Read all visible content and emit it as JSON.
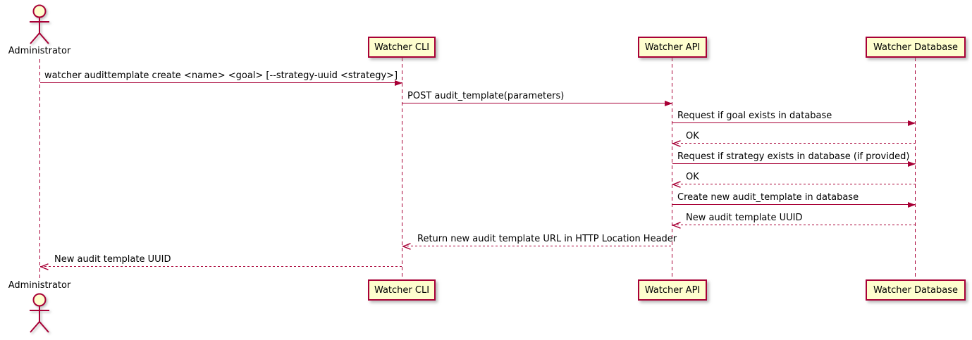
{
  "diagram_type": "sequence-diagram",
  "colors": {
    "participant_fill": "#FEFECE",
    "stroke": "#A80036",
    "text": "#000000",
    "background": "#FFFFFF"
  },
  "actor": {
    "label": "Administrator"
  },
  "participants": [
    {
      "label": "Watcher CLI"
    },
    {
      "label": "Watcher API"
    },
    {
      "label": "Watcher Database"
    }
  ],
  "messages": [
    {
      "from": "Administrator",
      "to": "Watcher CLI",
      "style": "solid",
      "label": "watcher audittemplate create <name> <goal> [--strategy-uuid <strategy>]"
    },
    {
      "from": "Watcher CLI",
      "to": "Watcher API",
      "style": "solid",
      "label": "POST audit_template(parameters)"
    },
    {
      "from": "Watcher API",
      "to": "Watcher Database",
      "style": "solid",
      "label": "Request if goal exists in database"
    },
    {
      "from": "Watcher Database",
      "to": "Watcher API",
      "style": "dashed",
      "label": "OK"
    },
    {
      "from": "Watcher API",
      "to": "Watcher Database",
      "style": "solid",
      "label": "Request if strategy exists in database (if provided)"
    },
    {
      "from": "Watcher Database",
      "to": "Watcher API",
      "style": "dashed",
      "label": "OK"
    },
    {
      "from": "Watcher API",
      "to": "Watcher Database",
      "style": "solid",
      "label": "Create new audit_template in database"
    },
    {
      "from": "Watcher Database",
      "to": "Watcher API",
      "style": "dashed",
      "label": "New audit template UUID"
    },
    {
      "from": "Watcher API",
      "to": "Watcher CLI",
      "style": "dashed",
      "label": "Return new audit template URL in HTTP Location Header"
    },
    {
      "from": "Watcher CLI",
      "to": "Administrator",
      "style": "dashed",
      "label": "New audit template UUID"
    }
  ]
}
